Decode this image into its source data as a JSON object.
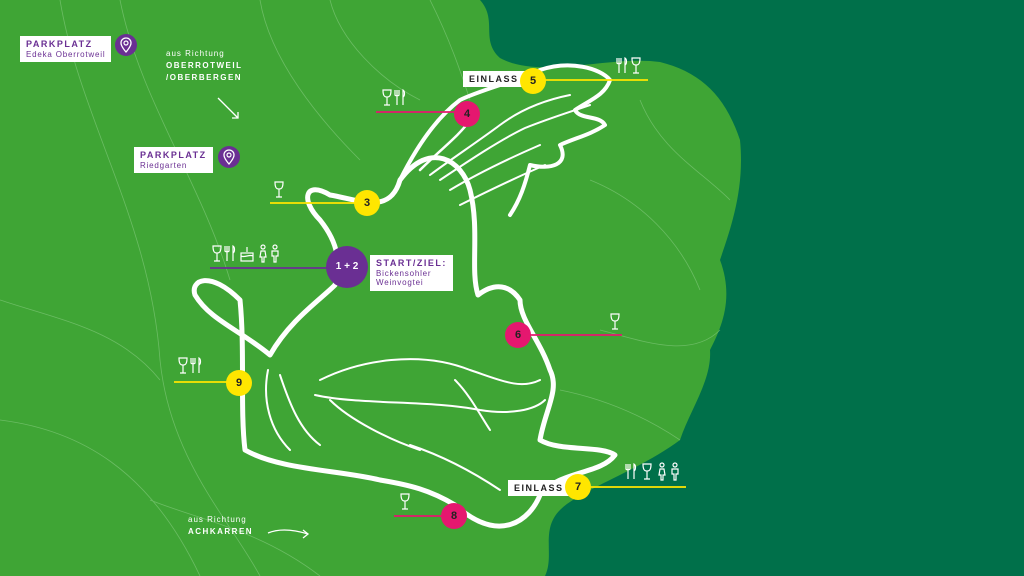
{
  "colors": {
    "light_green": "#3fa535",
    "dark_green": "#00704a",
    "purple": "#6a2f93",
    "magenta": "#e5176f",
    "yellow": "#ffe600",
    "route": "#ffffff"
  },
  "parking": [
    {
      "title": "PARKPLATZ",
      "name": "Edeka Oberrotweil",
      "icon": "location-pin-icon"
    },
    {
      "title": "PARKPLATZ",
      "name": "Riedgarten",
      "icon": "location-pin-icon"
    }
  ],
  "directions": [
    {
      "prefix": "aus Richtung",
      "place_line1": "OBERROTWEIL",
      "place_line2": "/OBERBERGEN"
    },
    {
      "prefix": "aus Richtung",
      "place_line1": "ACHKARREN"
    }
  ],
  "start": {
    "number": "1 + 2",
    "title": "START/ZIEL:",
    "line1": "Bickensohler",
    "line2": "Weinvogtei",
    "icons": [
      "wine-glass-icon",
      "fork-knife-icon",
      "cake-icon",
      "restroom-icon"
    ]
  },
  "stations": [
    {
      "number": "3",
      "color": "yellow",
      "icons": [
        "wine-glass-icon"
      ]
    },
    {
      "number": "4",
      "color": "magenta",
      "icons": [
        "wine-glass-icon",
        "fork-knife-icon"
      ]
    },
    {
      "number": "5",
      "color": "yellow",
      "icons": [
        "fork-knife-icon",
        "wine-glass-icon"
      ],
      "label": "EINLASS"
    },
    {
      "number": "6",
      "color": "magenta",
      "icons": [
        "wine-glass-icon"
      ]
    },
    {
      "number": "7",
      "color": "yellow",
      "icons": [
        "fork-knife-icon",
        "wine-glass-icon",
        "restroom-icon"
      ],
      "label": "EINLASS"
    },
    {
      "number": "8",
      "color": "magenta",
      "icons": [
        "wine-glass-icon"
      ]
    },
    {
      "number": "9",
      "color": "yellow",
      "icons": [
        "wine-glass-icon",
        "fork-knife-icon"
      ]
    }
  ]
}
